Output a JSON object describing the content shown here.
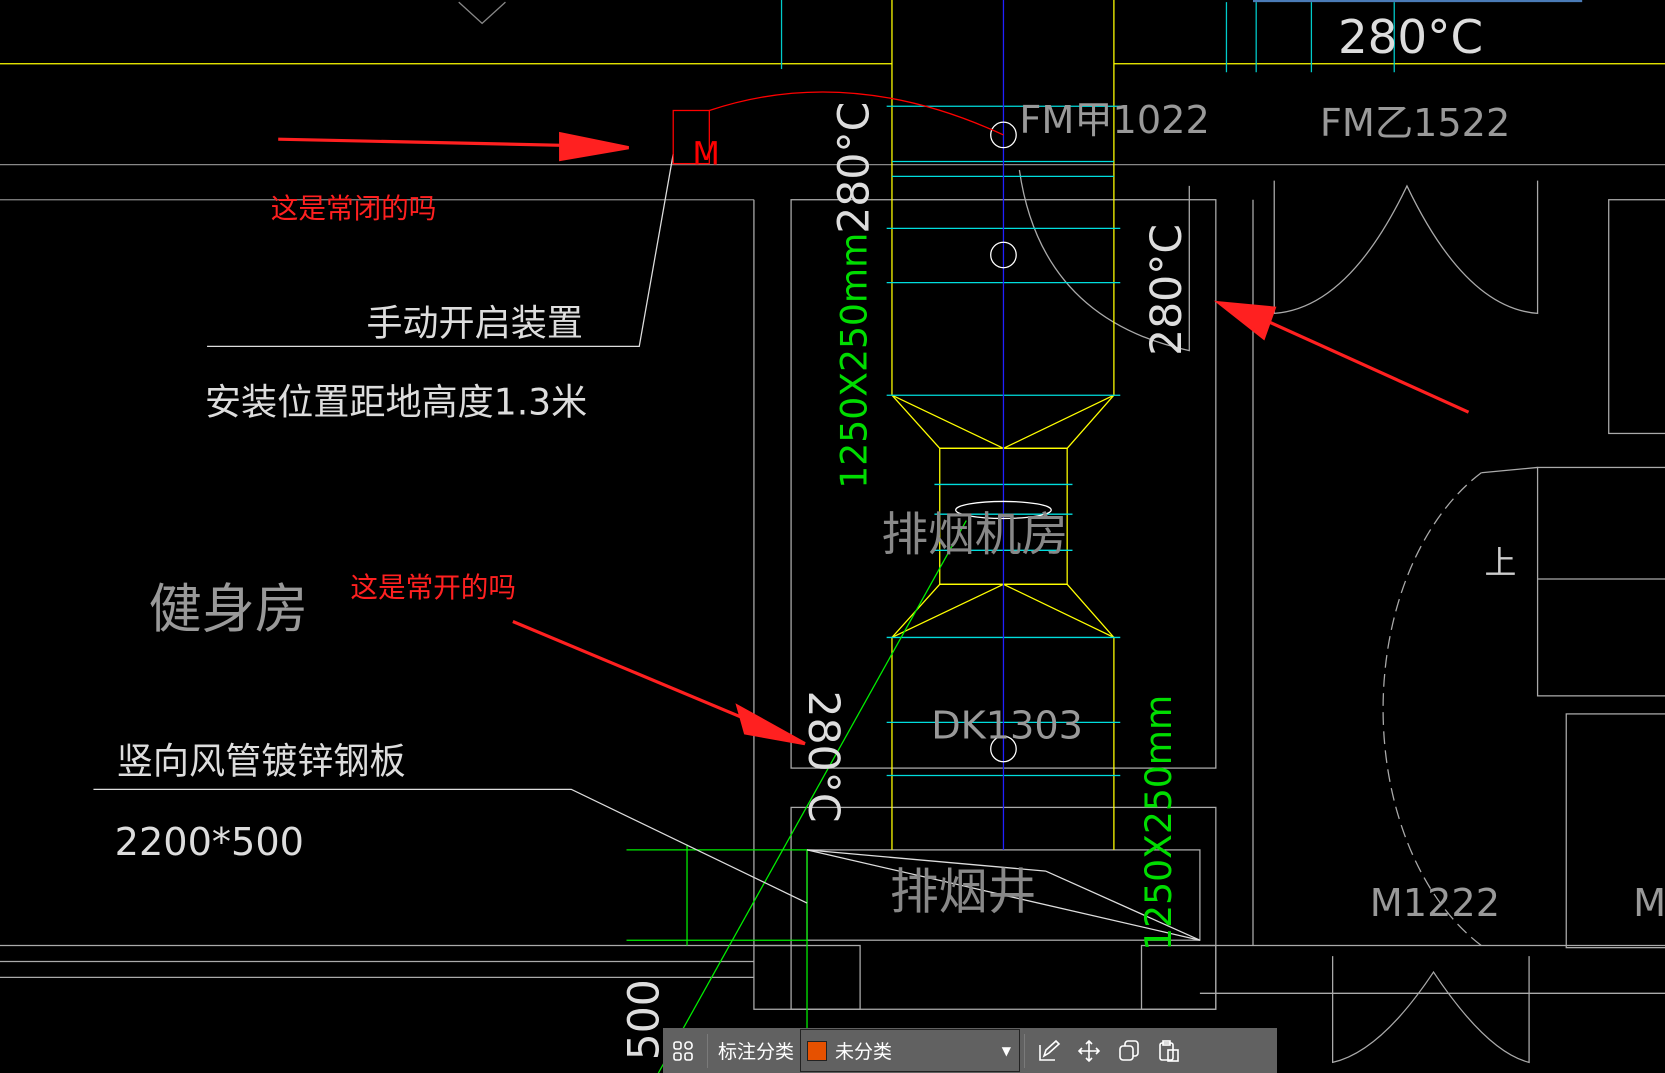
{
  "drawing": {
    "annotations": {
      "question_closed": "这是常闭的吗",
      "question_open": "这是常开的吗"
    },
    "labels": {
      "manual_device": "手动开启装置",
      "install_height": "安装位置距地高度1.3米",
      "gym": "健身房",
      "vertical_duct": "竖向风管镀锌钢板",
      "duct_size": "2200*500",
      "fan_room": "排烟机房",
      "smoke_shaft": "排烟井",
      "door_fm1": "FM甲1022",
      "door_fm2": "FM乙1522",
      "temp": "280°C",
      "duct_dim": "1250X250mm",
      "damper": "DK1303",
      "door_m": "M1222",
      "door_m2": "M",
      "stairs_up": "上",
      "dim_500": "500",
      "motor": "M"
    },
    "colors": {
      "annotation": "#ff0000",
      "duct": "#ffff00",
      "dim": "#00ff00",
      "grid": "#00ffff",
      "axis": "#0000ff"
    }
  },
  "toolbar": {
    "category_label": "标注分类",
    "category_value": "未分类",
    "swatch_color": "#e65100",
    "icons": [
      "grid-icon",
      "edit-icon",
      "move-icon",
      "copy-icon",
      "paste-icon"
    ]
  }
}
